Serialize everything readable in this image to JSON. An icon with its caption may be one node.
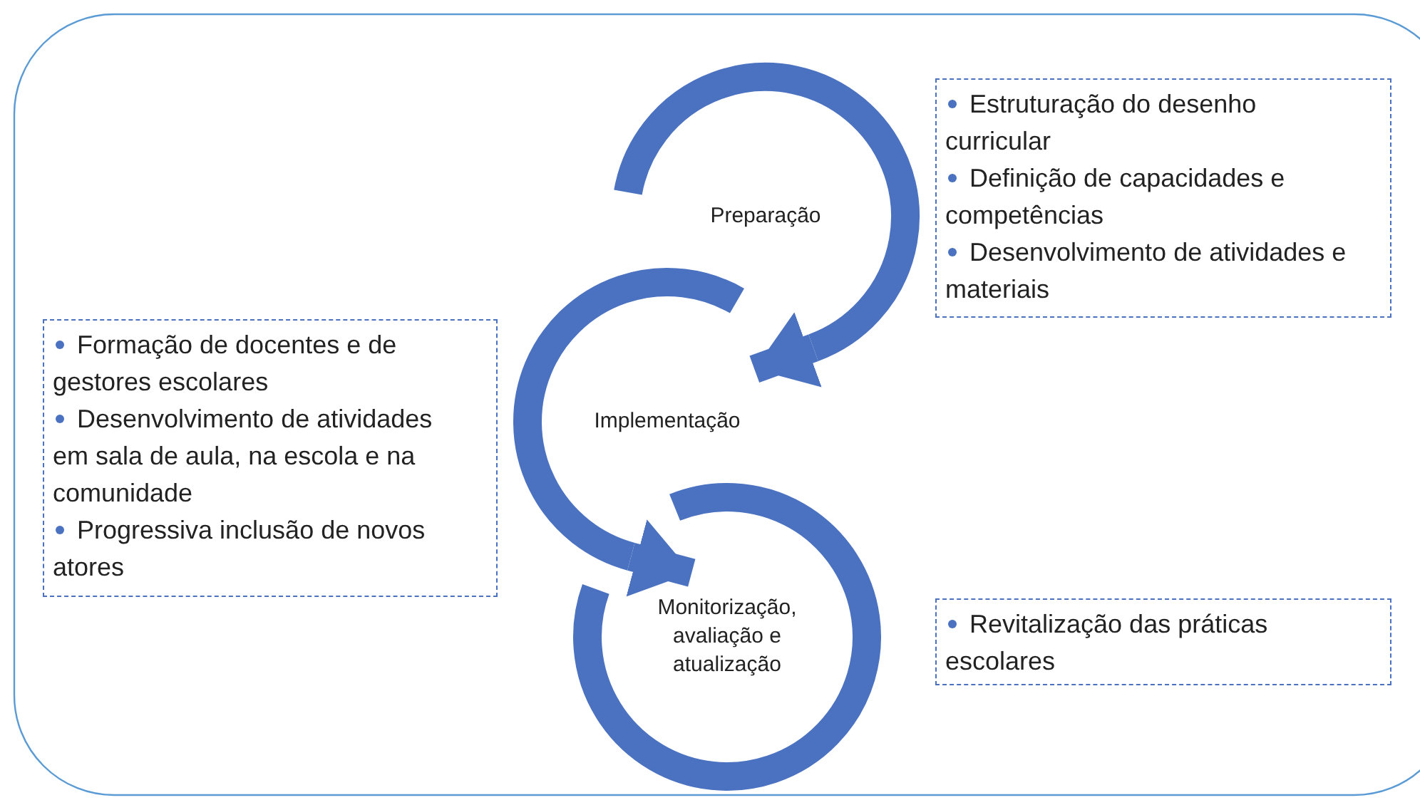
{
  "diagram": {
    "nodes": [
      {
        "text": [
          "Preparação"
        ]
      },
      {
        "text": [
          "Implementação"
        ]
      },
      {
        "text": [
          "Monitorização, avaliação e atualização"
        ]
      },
      {
        "text": [
          "Estruturação do desenho curricular",
          "Definição de capacidades e competências",
          "Desenvolvimento de atividades e materiais"
        ]
      },
      {
        "text": [
          "Formação de docentes e de gestores escolares",
          "Desenvolvimento de atividades em sala de aula, na escola e na comunidade",
          "Progressiva inclusão de novos atores"
        ]
      },
      {
        "text": [
          "Revitalização das práticas escolares"
        ]
      }
    ],
    "edges": [
      {
        "from": 0,
        "to": 1,
        "arrow": "to"
      },
      {
        "from": 1,
        "to": 2,
        "arrow": "to"
      }
    ]
  }
}
